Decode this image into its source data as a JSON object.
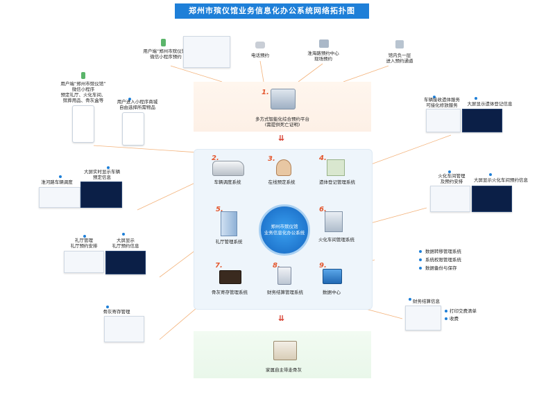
{
  "title": "郑州市殡仪馆业务信息化办公系统网络拓扑图",
  "top_channels": {
    "wechat_app": "用户端“郑州市殡仪馆”\n微信小程序预约",
    "phone": "电话预约",
    "center": "淮海路预约中心\n现场预约",
    "onsite": "馆内负一层\n进入预约通道"
  },
  "left_notes": {
    "wechat_detail": "用户端“郑州市殡仪馆”\n微信小程序\n预定礼厅、火化车间、\n殡葬用品、骨灰盒等",
    "mall": "用户进入小程序商城\n自由选择所需物品",
    "vehicle_dispatch": "淮河路车辆调度",
    "big_screen_vehicle": "大屏实时显示车辆\n预定信息",
    "hall_mgmt": "礼厅管理\n礼厅预约安排",
    "big_screen_hall": "大屏显示\n礼厅预约信息",
    "ash_mgmt": "骨灰寄存管理"
  },
  "right_notes": {
    "body_receive": "车辆接收遗体服务\n可接化修放服务",
    "big_screen_body": "大屏显示遗体登记信息",
    "cremation_mgmt": "火化车间管理\n及预约安排",
    "big_screen_cremation": "大屏显示火化车间预约信息",
    "data_items": [
      "数据转移管理系统",
      "系统权限管理系统",
      "数据备份与保存"
    ],
    "finance_info": "财务结算信息",
    "finance_items": [
      "打印交费清单",
      "收费"
    ]
  },
  "nodes": {
    "n1": {
      "num": "1.",
      "label": "多方式智能化综合预约平台\n(需提供死亡证明)"
    },
    "n2": {
      "num": "2.",
      "label": "车辆调度系统"
    },
    "n3": {
      "num": "3.",
      "label": "在线预定系统"
    },
    "n4": {
      "num": "4.",
      "label": "遗体登记管理系统"
    },
    "n5": {
      "num": "5.",
      "label": "礼厅管理系统"
    },
    "n6": {
      "num": "6.",
      "label": "火化车间管理系统"
    },
    "n7": {
      "num": "7.",
      "label": "骨灰寄存管理系统"
    },
    "n8": {
      "num": "8.",
      "label": "财务结算管理系统"
    },
    "n9": {
      "num": "9.",
      "label": "数据中心"
    },
    "hub": "郑州市殡仪馆\n业务信息化办公系统",
    "final": "家属自主带走骨灰"
  },
  "colors": {
    "title_bg": "#1e7fd8",
    "number": "#e4572e",
    "line": "#f0a060",
    "arrow": "#d63a2a"
  }
}
